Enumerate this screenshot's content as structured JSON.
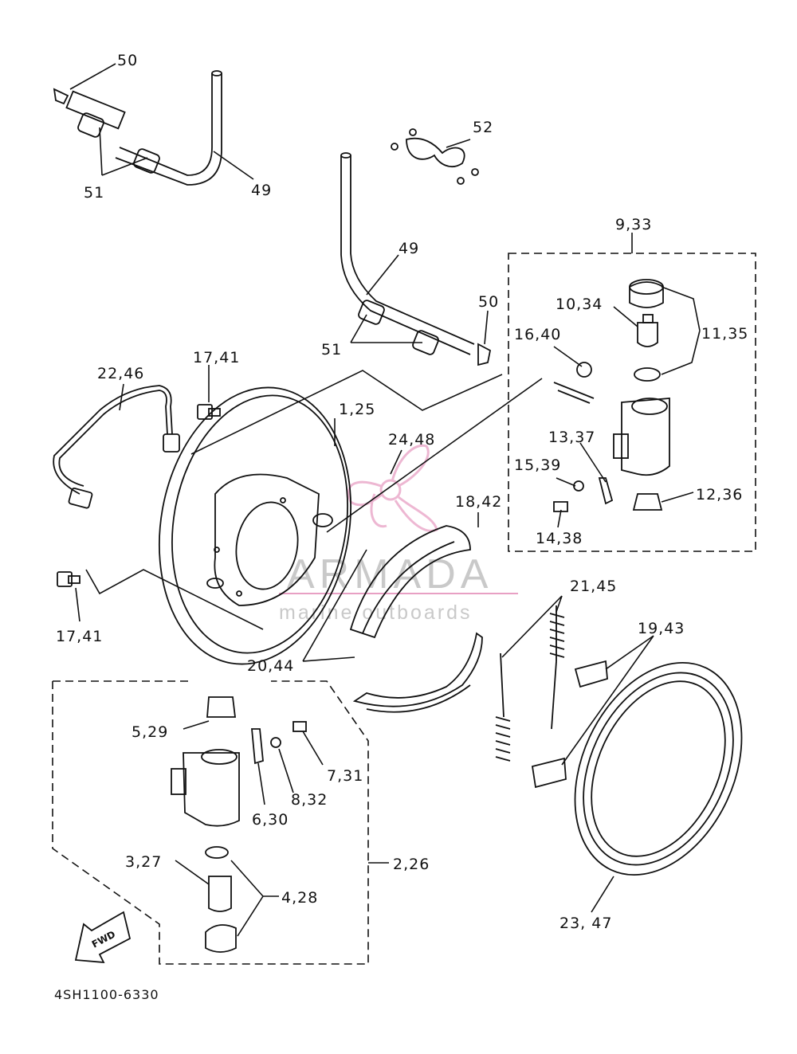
{
  "labels": {
    "p50a": "50",
    "p51a": "51",
    "p49a": "49",
    "p52": "52",
    "p933": "9,33",
    "p49b": "49",
    "p50b": "50",
    "p1034": "10,34",
    "p1135": "11,35",
    "p51b": "51",
    "p1640": "16,40",
    "p2246": "22,46",
    "p1741a": "17,41",
    "p125": "1,25",
    "p2448": "24,48",
    "p1337": "13,37",
    "p1539": "15,39",
    "p1842": "18,42",
    "p1236": "12,36",
    "p1438": "14,38",
    "p2145": "21,45",
    "p1741b": "17,41",
    "p1943": "19,43",
    "p2044": "20,44",
    "p529": "5,29",
    "p731": "7,31",
    "p832": "8,32",
    "p630": "6,30",
    "p327": "3,27",
    "p226": "2,26",
    "p428": "4,28",
    "p2347": "23, 47"
  },
  "watermark": {
    "title": "ARMADA",
    "subtitle": "marine outboards",
    "color": "#e8a0c4"
  },
  "fwd_badge": "FWD",
  "drawing_code": "4SH1100-6330"
}
